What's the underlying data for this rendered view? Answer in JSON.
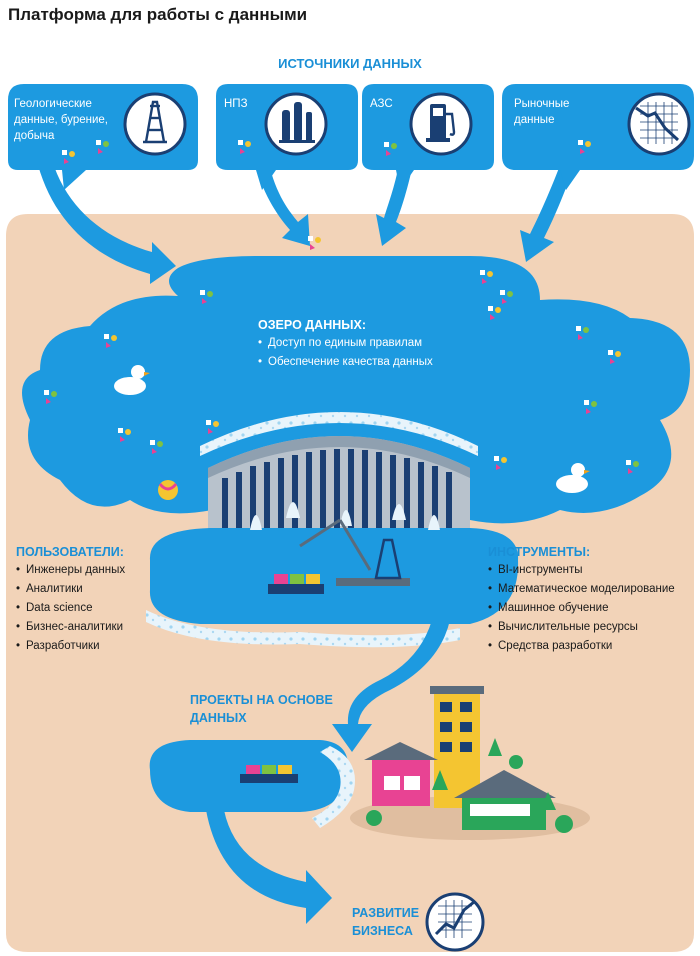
{
  "title": "Платформа для работы с данными",
  "sources": {
    "heading": "ИСТОЧНИКИ ДАННЫХ",
    "items": [
      {
        "label": "Геологические данные, бурение, добыча",
        "icon": "oil-rig-icon"
      },
      {
        "label": "НПЗ",
        "icon": "refinery-icon"
      },
      {
        "label": "АЗС",
        "icon": "fuel-pump-icon"
      },
      {
        "label": "Рыночные данные",
        "icon": "falling-chart-icon"
      }
    ]
  },
  "lake": {
    "heading": "ОЗЕРО ДАННЫХ:",
    "items": [
      "Доступ по единым правилам",
      "Обеспечение качества данных"
    ]
  },
  "users": {
    "heading": "ПОЛЬЗОВАТЕЛИ:",
    "items": [
      "Инженеры данных",
      "Аналитики",
      "Data science",
      "Бизнес-аналитики",
      "Разработчики"
    ]
  },
  "tools": {
    "heading": "ИНСТРУМЕНТЫ:",
    "items": [
      "BI-инструменты",
      "Математическое моделирование",
      "Машинное обучение",
      "Вычислительные ресурсы",
      "Средства разработки"
    ]
  },
  "projects": {
    "heading": "ПРОЕКТЫ НА ОСНОВЕ ДАННЫХ",
    "line1": "ПРОЕКТЫ НА ОСНОВЕ",
    "line2": "ДАННЫХ"
  },
  "business": {
    "heading": "РАЗВИТИЕ БИЗНЕСА",
    "line1": "РАЗВИТИЕ",
    "line2": "БИЗНЕСА",
    "icon": "rising-chart-icon"
  },
  "colors": {
    "water": "#1d9ae0",
    "water_light": "#3fb4ee",
    "sand": "#f2d3b8",
    "navy": "#1a3f73",
    "dark_text": "#1a1a1a",
    "accent_blue": "#1a8fd6"
  }
}
